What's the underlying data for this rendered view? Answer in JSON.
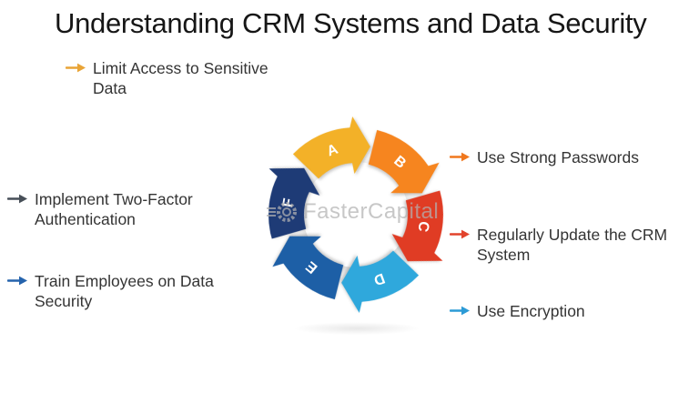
{
  "title": "Understanding CRM Systems and Data Security",
  "watermark": {
    "text": "FasterCapital"
  },
  "labels": [
    {
      "id": "limit-access",
      "text": "Limit Access to Sensitive Data",
      "arrow_color": "#E9A436"
    },
    {
      "id": "two-factor",
      "text": "Implement Two-Factor Authentication",
      "arrow_color": "#474F58"
    },
    {
      "id": "train-employees",
      "text": "Train Employees on Data Security",
      "arrow_color": "#2563AC"
    },
    {
      "id": "strong-passwords",
      "text": "Use Strong Passwords",
      "arrow_color": "#F0781E"
    },
    {
      "id": "update-crm",
      "text": "Regularly Update the CRM System",
      "arrow_color": "#E2432C"
    },
    {
      "id": "encryption",
      "text": "Use Encryption",
      "arrow_color": "#2C9BD6"
    }
  ],
  "cycle": {
    "letter_color": "#FFFFFF",
    "segments": [
      {
        "letter": "A",
        "color": "#F3B128",
        "angle": -20
      },
      {
        "letter": "B",
        "color": "#F6851F",
        "angle": 40
      },
      {
        "letter": "C",
        "color": "#E03C24",
        "angle": 100
      },
      {
        "letter": "D",
        "color": "#2FA8DC",
        "angle": 160
      },
      {
        "letter": "E",
        "color": "#1D5FA6",
        "angle": 220
      },
      {
        "letter": "F",
        "color": "#1E3B76",
        "angle": 280
      }
    ]
  }
}
